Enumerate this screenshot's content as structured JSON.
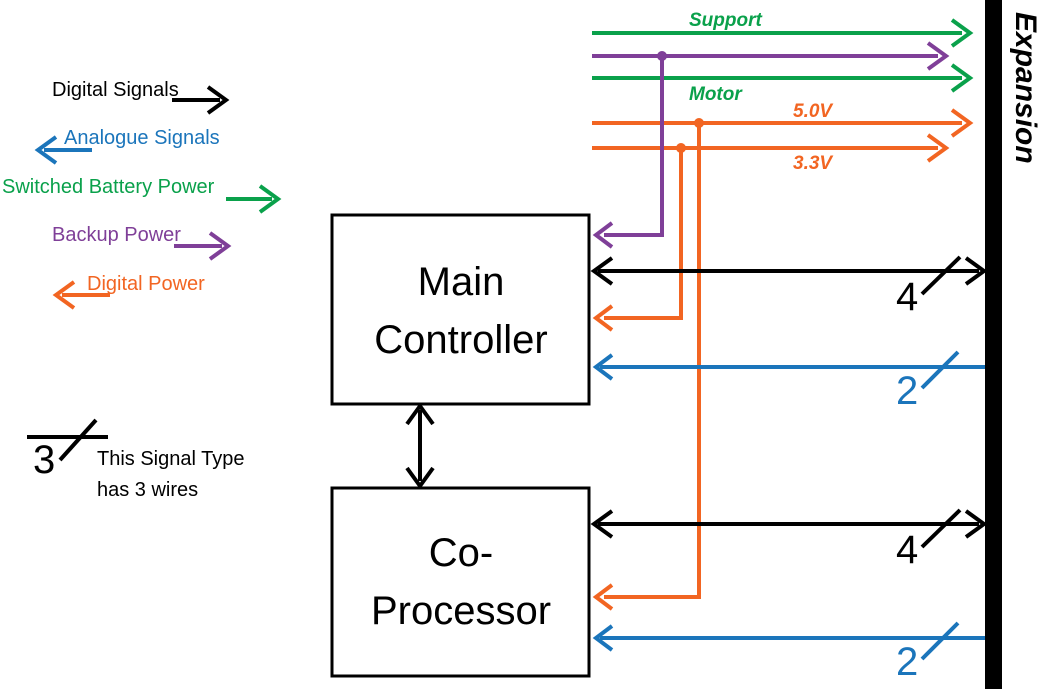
{
  "colors": {
    "digital": "#000000",
    "analogue": "#1b75bb",
    "battery": "#0aa14b",
    "backup": "#7f3f98",
    "power": "#f26522"
  },
  "legend": {
    "digital_signals": "Digital Signals",
    "analogue_signals": "Analogue Signals",
    "switched_battery_power": "Switched Battery Power",
    "backup_power": "Backup Power",
    "digital_power": "Digital Power",
    "wire_count_number": "3",
    "wire_count_line1": "This Signal Type",
    "wire_count_line2": "has 3 wires"
  },
  "blocks": {
    "main_controller_line1": "Main",
    "main_controller_line2": "Controller",
    "coprocessor_line1": "Co-",
    "coprocessor_line2": "Processor"
  },
  "bus": {
    "label": "Expansion"
  },
  "rails": {
    "support": "Support",
    "motor": "Motor",
    "v5": "5.0V",
    "v33": "3.3V"
  },
  "wire_counts": {
    "main_digital": "4",
    "main_analogue": "2",
    "co_digital": "4",
    "co_analogue": "2"
  }
}
